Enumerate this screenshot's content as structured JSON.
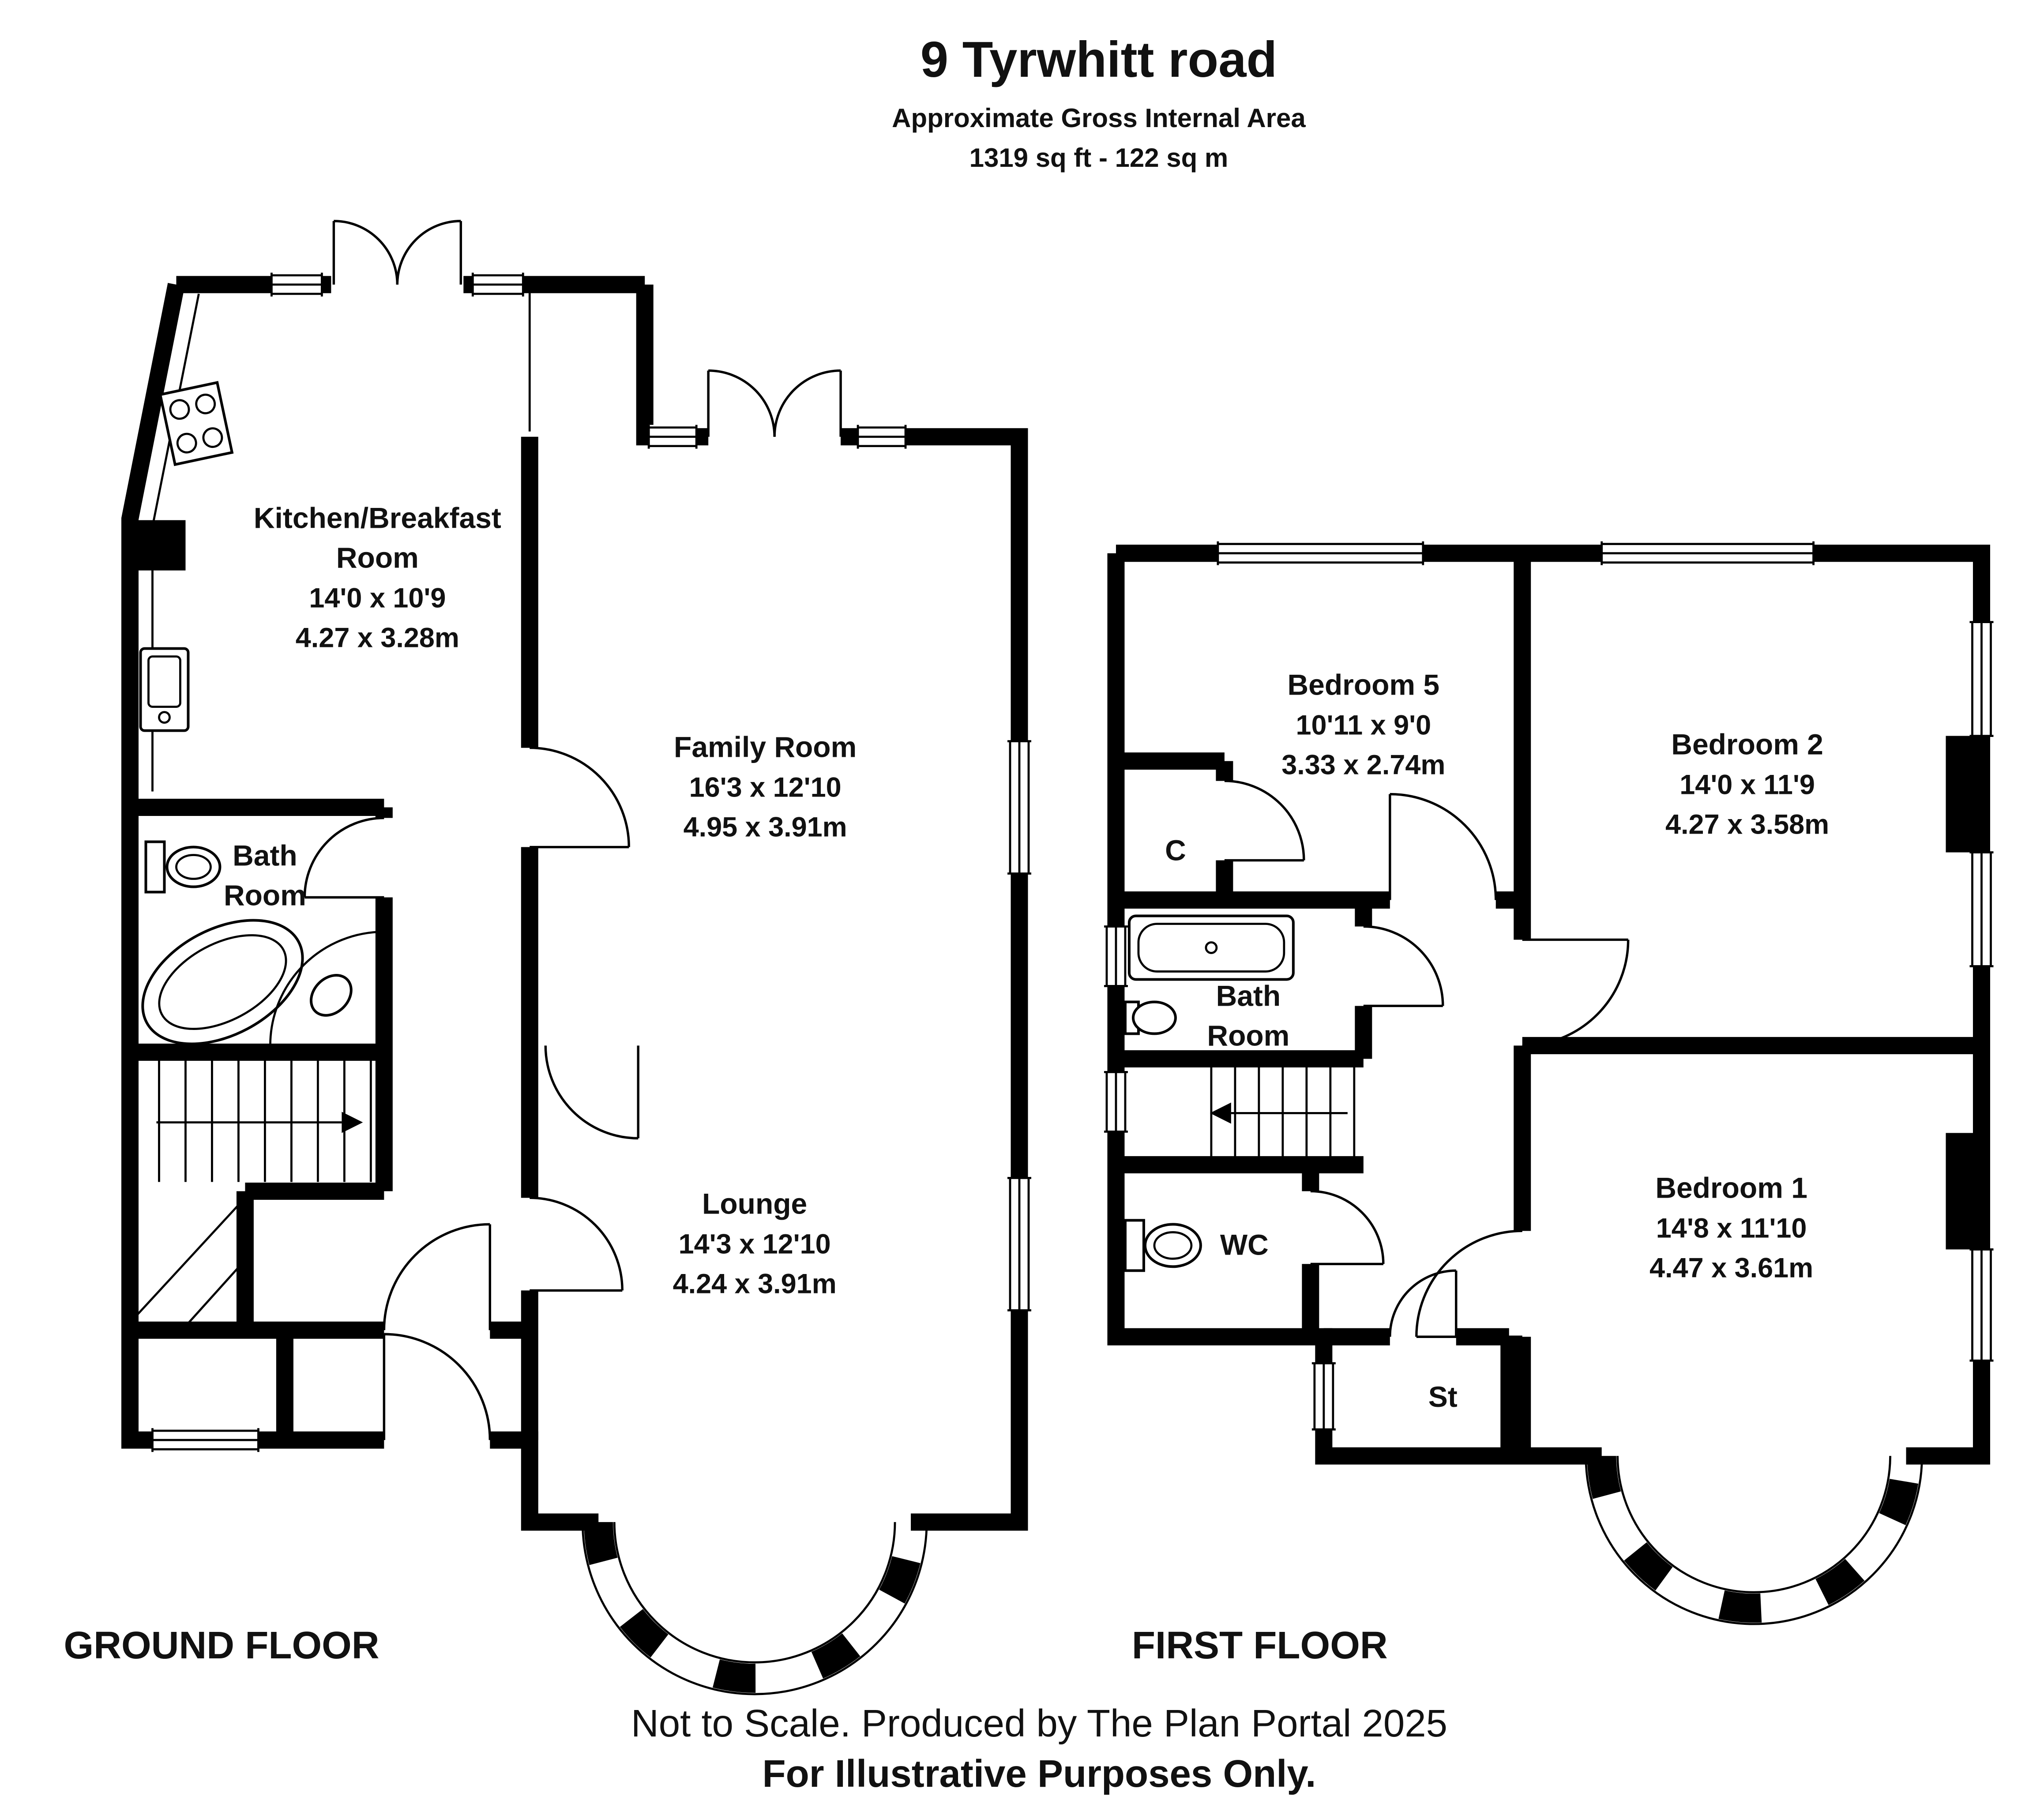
{
  "header": {
    "title": "9 Tyrwhitt road",
    "subtitle": "Approximate Gross Internal Area",
    "area": "1319 sq ft - 122 sq m"
  },
  "ground_floor": {
    "label": "GROUND FLOOR",
    "kitchen": {
      "name_line1": "Kitchen/Breakfast",
      "name_line2": "Room",
      "imperial": "14'0 x 10'9",
      "metric": "4.27 x 3.28m"
    },
    "family": {
      "name": "Family Room",
      "imperial": "16'3 x 12'10",
      "metric": "4.95 x 3.91m"
    },
    "bath": {
      "name_line1": "Bath",
      "name_line2": "Room"
    },
    "lounge": {
      "name": "Lounge",
      "imperial": "14'3 x 12'10",
      "metric": "4.24 x 3.91m"
    }
  },
  "first_floor": {
    "label": "FIRST FLOOR",
    "bedroom5": {
      "name": "Bedroom 5",
      "imperial": "10'11 x 9'0",
      "metric": "3.33 x 2.74m"
    },
    "bedroom2": {
      "name": "Bedroom 2",
      "imperial": "14'0 x 11'9",
      "metric": "4.27 x 3.58m"
    },
    "closet": {
      "name": "C"
    },
    "bath": {
      "name_line1": "Bath",
      "name_line2": "Room"
    },
    "wc": {
      "name": "WC"
    },
    "storage": {
      "name": "St"
    },
    "bedroom1": {
      "name": "Bedroom 1",
      "imperial": "14'8 x 11'10",
      "metric": "4.47 x 3.61m"
    }
  },
  "footer": {
    "line1": "Not to Scale. Produced by The Plan Portal 2025",
    "line2": "For Illustrative Purposes Only."
  },
  "colors": {
    "wall": "#000000",
    "background": "#ffffff",
    "text": "#111111"
  }
}
